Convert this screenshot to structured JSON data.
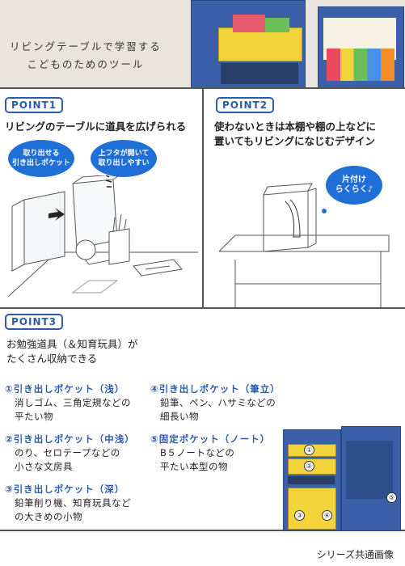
{
  "header": {
    "tagline_line1": "リビングテーブルで学習する",
    "tagline_line2": "こどものためのツール"
  },
  "point1": {
    "badge": "POINT1",
    "headline": "リビングのテーブルに道具を広げられる",
    "bubble_left": "取り出せる\n引き出しポケット",
    "bubble_right": "上フタが開いて\n取り出しやすい"
  },
  "point2": {
    "badge": "POINT2",
    "headline_line1": "使わないときは本棚や棚の上などに",
    "headline_line2": "置いてもリビングになじむデザイン",
    "bubble": "片付け\nらくらく♪"
  },
  "point3": {
    "badge": "POINT3",
    "headline_line1": "お勉強道具（＆知育玩具）が",
    "headline_line2": "たくさん収納できる",
    "items": [
      {
        "title": "①引き出しポケット（浅）",
        "desc1": "消しゴム、三角定規などの",
        "desc2": "平たい物"
      },
      {
        "title": "②引き出しポケット（中浅）",
        "desc1": "のり、セロテープなどの",
        "desc2": "小さな文房具"
      },
      {
        "title": "③引き出しポケット（深）",
        "desc1": "鉛筆削り機、知育玩具など",
        "desc2": "の大きめの小物"
      },
      {
        "title": "④引き出しポケット（筆立）",
        "desc1": "鉛筆、ペン、ハサミなどの",
        "desc2": "細長い物"
      },
      {
        "title": "⑤固定ポケット（ノート）",
        "desc1": "B５ノートなどの",
        "desc2": "平たい本型の物"
      }
    ],
    "markers": [
      "①",
      "②",
      "③",
      "④",
      "⑤"
    ]
  },
  "caption": "シリーズ共通画像",
  "colors": {
    "accent": "#2b5cab",
    "box_blue": "#3b5fa8",
    "yellow": "#f2d43a",
    "bubble": "#1f6fd6"
  }
}
